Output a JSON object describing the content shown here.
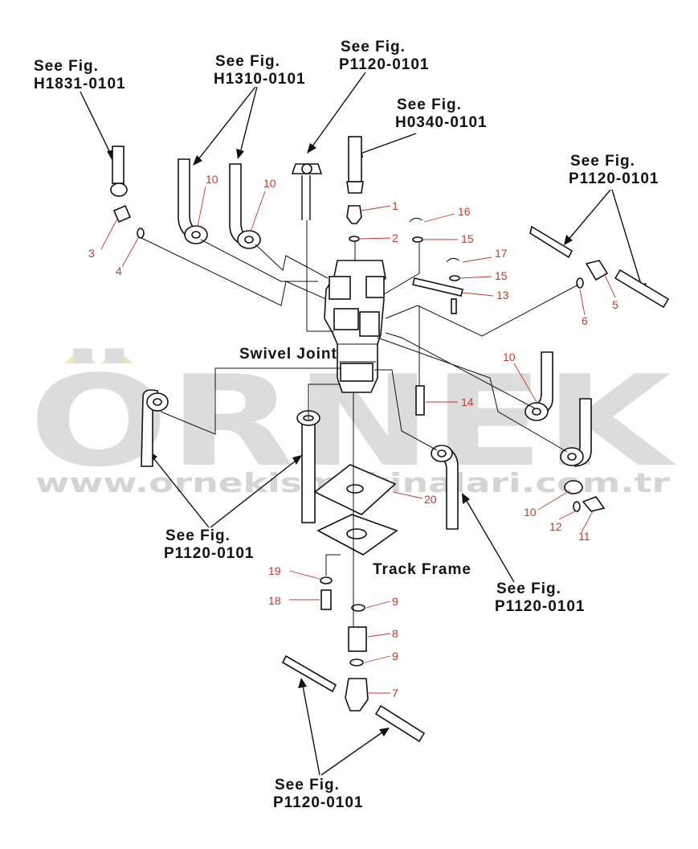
{
  "colors": {
    "ink": "#111111",
    "callout": "#c0392b",
    "watermark": "#dcdcdc",
    "watermark_accent": "#f1e6b8"
  },
  "watermark": {
    "brand": "ÖRNEK",
    "url": "www.ornekismakinalari.com.tr"
  },
  "labels": {
    "ref_h1831": [
      "See Fig.",
      "H1831-0101"
    ],
    "ref_h1310": [
      "See Fig.",
      "H1310-0101"
    ],
    "ref_p1120_top": [
      "See Fig.",
      "P1120-0101"
    ],
    "ref_h0340": [
      "See Fig.",
      "H0340-0101"
    ],
    "ref_p1120_right": [
      "See Fig.",
      "P1120-0101"
    ],
    "ref_p1120_left": [
      "See Fig.",
      "P1120-0101"
    ],
    "ref_p1120_mid": [
      "See Fig.",
      "P1120-0101"
    ],
    "ref_p1120_bottom": [
      "See Fig.",
      "P1120-0101"
    ],
    "swivel_joint": "Swivel Joint",
    "track_frame": "Track Frame"
  },
  "callouts": {
    "c1": "1",
    "c2": "2",
    "c3": "3",
    "c4": "4",
    "c5": "5",
    "c6": "6",
    "c7": "7",
    "c8": "8",
    "c9a": "9",
    "c9b": "9",
    "c10a": "10",
    "c10b": "10",
    "c10c": "10",
    "c10d": "10",
    "c11": "11",
    "c12": "12",
    "c13": "13",
    "c14": "14",
    "c15a": "15",
    "c15b": "15",
    "c16": "16",
    "c17": "17",
    "c18": "18",
    "c19": "19",
    "c20": "20"
  }
}
